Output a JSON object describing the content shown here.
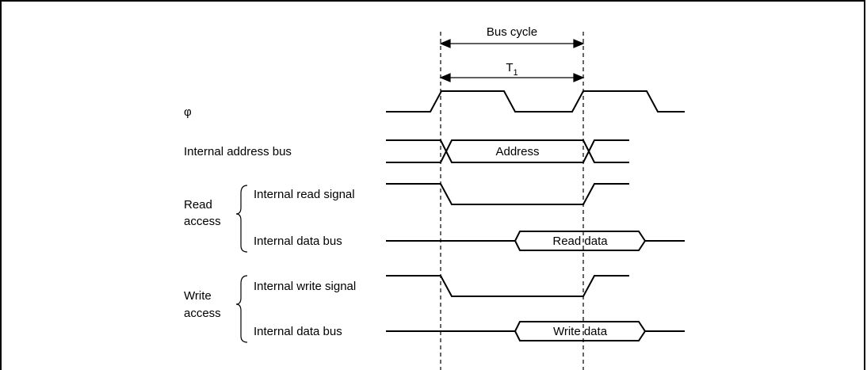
{
  "phi_label": "φ",
  "bus_cycle_label": "Bus cycle",
  "t1_label": "T",
  "t1_subscript": "1",
  "rows": {
    "address_bus": "Internal address bus",
    "address_label": "Address",
    "read_group": [
      "Read",
      "access"
    ],
    "read_signal": "Internal read signal",
    "read_data_bus": "Internal data bus",
    "read_data_label": "Read data",
    "write_group": [
      "Write",
      "access"
    ],
    "write_signal": "Internal write signal",
    "write_data_bus": "Internal data bus",
    "write_data_label": "Write data"
  }
}
